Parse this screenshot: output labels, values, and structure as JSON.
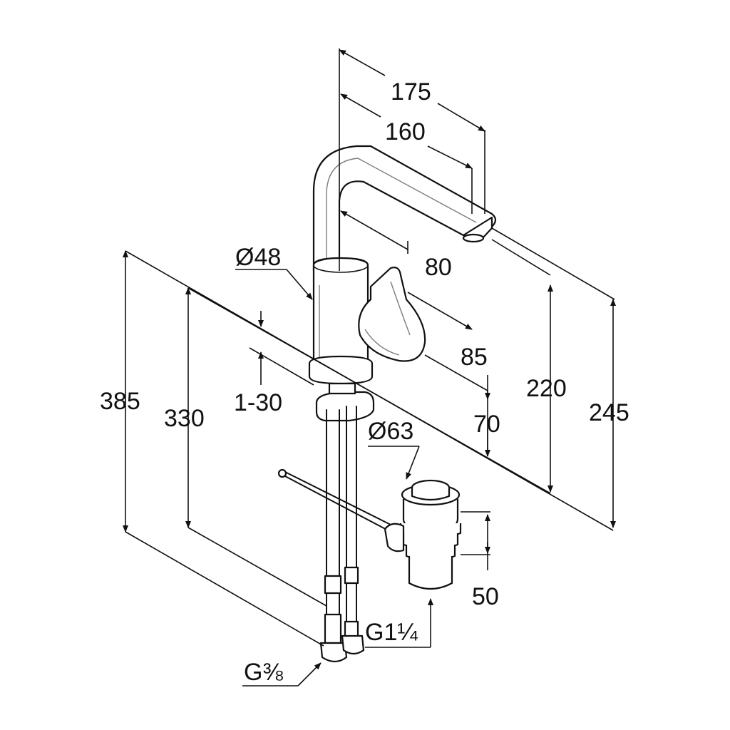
{
  "dimensions": {
    "d175": "175",
    "d160": "160",
    "d80": "80",
    "d48": "Ø48",
    "d85": "85",
    "d70": "70",
    "d220": "220",
    "d245": "245",
    "d385": "385",
    "d330": "330",
    "d1_30": "1-30",
    "d63": "Ø63",
    "d50": "50",
    "g114": "G1¼",
    "g38": "G⅜"
  }
}
